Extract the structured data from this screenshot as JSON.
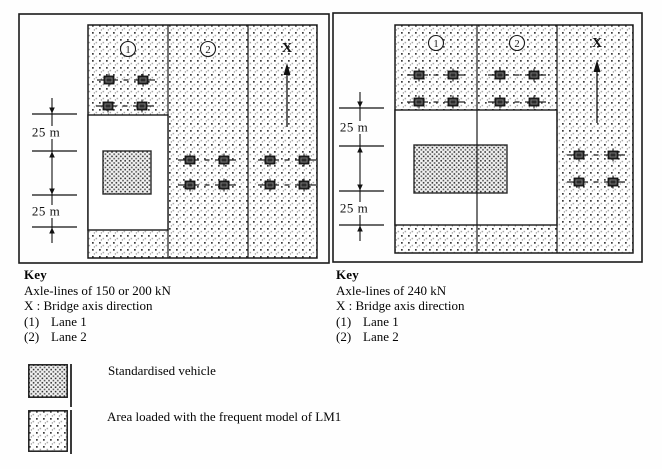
{
  "colors": {
    "ink": "#1b1b1b",
    "paper": "#ffffff"
  },
  "figure_left": {
    "lane1_badge": "1",
    "lane2_badge": "2",
    "axis_label": "X",
    "dim_upper": "25 m",
    "dim_lower": "25 m",
    "key": {
      "title": "Key",
      "axle_line": "Axle-lines of 150 or 200 kN",
      "axis_line": "X : Bridge axis direction",
      "lane1_num": "(1)",
      "lane1_label": "Lane 1",
      "lane2_num": "(2)",
      "lane2_label": "Lane 2"
    }
  },
  "figure_right": {
    "lane1_badge": "1",
    "lane2_badge": "2",
    "axis_label": "X",
    "dim_upper": "25 m",
    "dim_lower": "25 m",
    "key": {
      "title": "Key",
      "axle_line": "Axle-lines of 240 kN",
      "axis_line": "X : Bridge axis direction",
      "lane1_num": "(1)",
      "lane1_label": "Lane 1",
      "lane2_num": "(2)",
      "lane2_label": "Lane 2"
    }
  },
  "legend": {
    "vehicle_label": "Standardised vehicle",
    "lm1_label": "Area loaded with the frequent model of LM1"
  }
}
